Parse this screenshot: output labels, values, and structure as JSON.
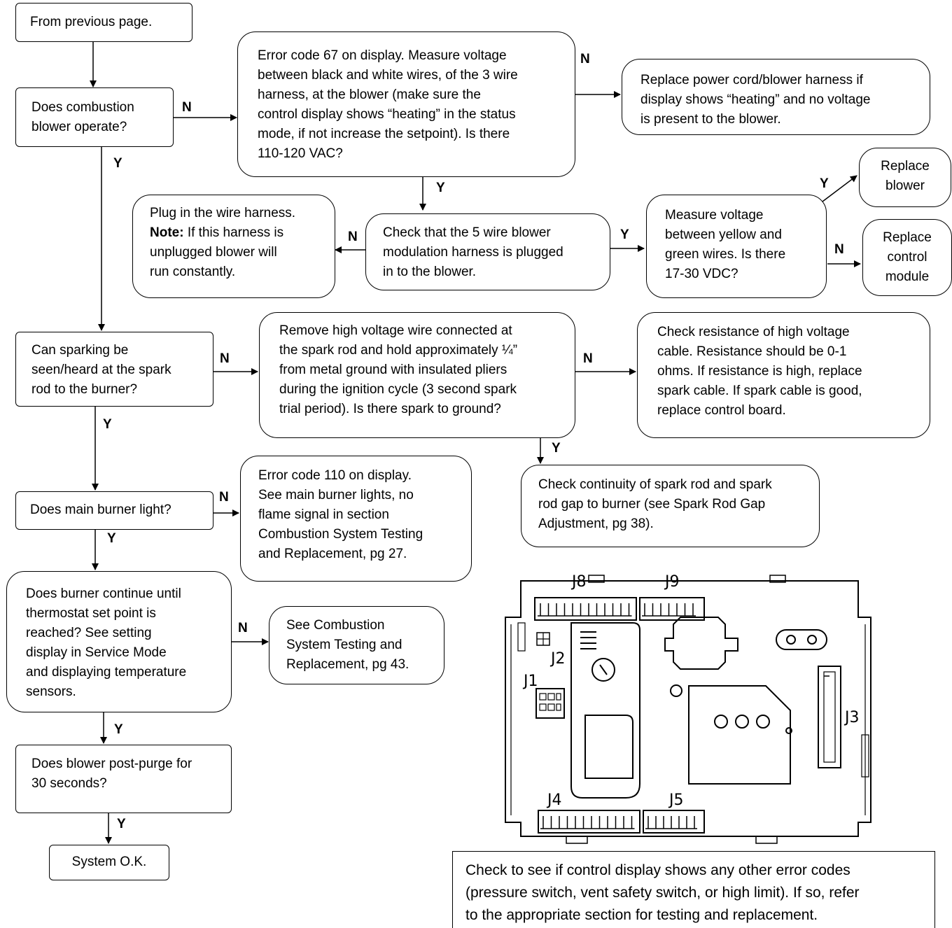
{
  "nodes": {
    "from_prev": "From previous page.",
    "q_blower": "Does combustion\nblower operate?",
    "err67": "Error code 67 on display. Measure voltage\nbetween black and white wires, of the 3 wire\nharness, at the blower (make sure the\ncontrol display shows “heating” in the status\nmode, if not increase the setpoint). Is there\n110-120 VAC?",
    "replace_cord": "Replace power cord/blower harness if\ndisplay shows “heating” and no voltage\nis present to the blower.",
    "plug_in": "Plug in the wire harness.",
    "plug_note_label": "Note:",
    "plug_note": " If this harness is\nunplugged blower will\nrun constantly.",
    "check5wire": "Check that the 5 wire blower\nmodulation harness is plugged\nin to the blower.",
    "measure_yg": "Measure voltage\nbetween yellow and\ngreen wires. Is there\n17-30 VDC?",
    "replace_blower": "Replace\nblower",
    "replace_module": "Replace\ncontrol\nmodule",
    "q_spark": "Can sparking be\nseen/heard at the spark\nrod to the burner?",
    "remove_hv": "Remove high voltage wire connected at\nthe spark rod and hold approximately ¼”\nfrom metal ground with insulated pliers\nduring the ignition cycle (3 second spark\ntrial period). Is there spark to ground?",
    "check_resist": "Check resistance of high voltage\ncable. Resistance should be 0-1\nohms. If resistance is high, replace\nspark cable. If spark cable is good,\nreplace control board.",
    "check_contin": "Check continuity of spark rod and spark\nrod gap to burner (see Spark Rod Gap\nAdjustment, pg 38).",
    "q_burner": "Does main burner light?",
    "err110": "Error code 110 on display.\nSee main burner lights, no\nflame signal in section\nCombustion System Testing\nand Replacement, pg 27.",
    "q_continue": "Does burner continue until\nthermostat set point is\nreached? See setting\ndisplay in Service Mode\nand displaying temperature\nsensors.",
    "see_comb": "See Combustion\nSystem Testing and\nReplacement, pg 43.",
    "q_postpurge": "Does blower post-purge for\n30 seconds?",
    "system_ok": "System O.K.",
    "check_other": "Check to see if control display shows any other error codes\n(pressure switch, vent safety switch, or high limit). If so, refer\nto the appropriate section for testing and replacement."
  },
  "edge_labels": {
    "yes": "Y",
    "no": "N"
  },
  "board": {
    "j1": "J1",
    "j2": "J2",
    "j3": "J3",
    "j4": "J4",
    "j5": "J5",
    "j8": "J8",
    "j9": "J9"
  }
}
